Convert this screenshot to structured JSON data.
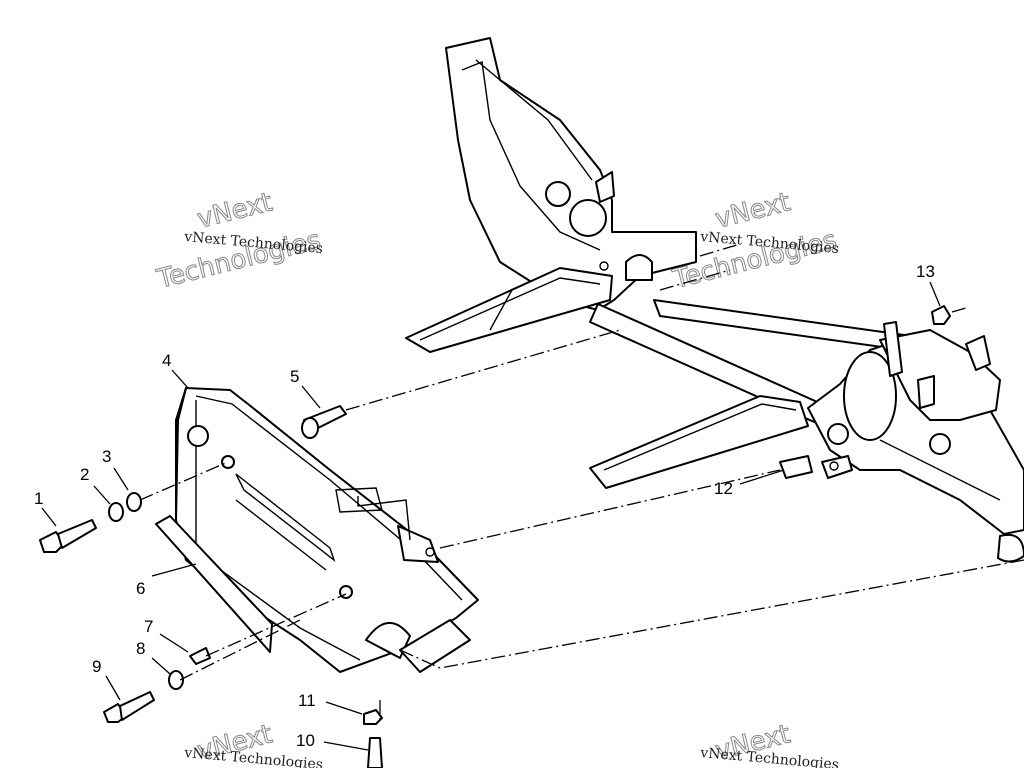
{
  "callouts": [
    {
      "id": "1",
      "label": "1"
    },
    {
      "id": "2",
      "label": "2"
    },
    {
      "id": "3",
      "label": "3"
    },
    {
      "id": "4",
      "label": "4"
    },
    {
      "id": "5",
      "label": "5"
    },
    {
      "id": "6",
      "label": "6"
    },
    {
      "id": "7",
      "label": "7"
    },
    {
      "id": "8",
      "label": "8"
    },
    {
      "id": "9",
      "label": "9"
    },
    {
      "id": "10",
      "label": "10"
    },
    {
      "id": "11",
      "label": "11"
    },
    {
      "id": "12",
      "label": "12"
    },
    {
      "id": "13",
      "label": "13"
    }
  ],
  "watermark": {
    "line_small": "vNext Technologies",
    "line_big_1": "vNext",
    "line_big_2": "Technologies"
  }
}
